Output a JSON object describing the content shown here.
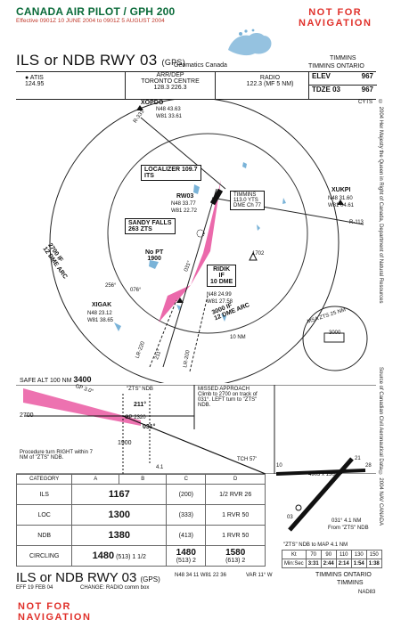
{
  "header": {
    "title": "CANADA AIR PILOT / GPH 200",
    "effective": "Effective 0901Z 10 JUNE 2004 to 0901Z 5 AUGUST 2004",
    "nfn_line1": "NOT FOR",
    "nfn_line2": "NAVIGATION"
  },
  "procedure": {
    "title": "ILS or NDB RWY 03",
    "suffix": "(GPS)",
    "source": "Geomatics Canada",
    "city": "TIMMINS",
    "airport": "TIMMINS ONTARIO"
  },
  "comms": {
    "atis_label": "ATIS",
    "atis_freq": "124.95",
    "arrdep_label": "ARR/DEP",
    "arrdep_name": "TORONTO CENTRE",
    "arrdep_freq": "128.3  226.3",
    "radio_label": "RADIO",
    "radio_freq": "122.3 (MF 5 NM)",
    "elev_label": "ELEV",
    "elev_value": "967",
    "tdze_label": "TDZE 03",
    "tdze_value": "967",
    "ident": "CYTS"
  },
  "plan": {
    "xopdo": "XOPDO",
    "xopdo_n": "N48 43.63",
    "xopdo_w": "W81 33.61",
    "loc": "LOCALIZER 109.7",
    "loc_ident": "ITS",
    "rw03": "RW03",
    "rw03_n": "N48 33.77",
    "rw03_w": "W81 22.72",
    "vor_name": "TIMMINS",
    "vor_freq": "113.0 YTS",
    "vor_dme": "DME Ch 77",
    "xukpi": "XUKPI",
    "xukpi_n": "N48 31.60",
    "xukpi_w": "W81 04.61",
    "r113": "R-113",
    "r331": "R-331",
    "sandy": "SANDY FALLS",
    "sandy_freq": "263 ZTS",
    "nopt": "No PT",
    "nopt_alt": "1900",
    "ridik": "RIDIK",
    "ridik_if": "IF",
    "ridik_dme": "10 DME",
    "ridik_n": "N48 24.99",
    "ridik_w": "W81 27.58",
    "xigak": "XIGAK",
    "xigak_n": "N48 23.12",
    "xigak_w": "W81 38.65",
    "arc_west": "2700 IF",
    "arc_west2": "12 DME ARC",
    "arc_east": "3000 IF",
    "arc_east2": "12 DME ARC",
    "ten_nm": "10 NM",
    "obst": "1702",
    "crs_256": "256°",
    "crs_076": "076°",
    "crs_031": "031°",
    "crs_211": "211°",
    "lr220": "LR-220",
    "lr200": "LR-200",
    "msa": "MSA ZTS 25 NM",
    "msa_alt": "3000",
    "safe_alt_label": "SAFE ALT 100 NM",
    "safe_alt": "3400"
  },
  "profile": {
    "gp": "GP 3.0°",
    "zts_ndb": "\"ZTS\" NDB",
    "alt_2700": "2700",
    "crs_211": "211°",
    "crs_031": "031°",
    "gp_2320": "GP 2320",
    "alt_1900": "1900",
    "missed": "MISSED APPROACH Climb to 2700 on track of 031°. LEFT turn to \"ZTS\" NDB.",
    "pt": "Procedure turn RIGHT within 7 NM of \"ZTS\" NDB.",
    "dist": "4.1",
    "tch": "TCH 57'"
  },
  "minimums": {
    "headers": [
      "CATEGORY",
      "A",
      "B",
      "C",
      "D"
    ],
    "rows": [
      {
        "cat": "ILS",
        "a": "1167",
        "b": "(200)",
        "c": "1/2  RVR 26"
      },
      {
        "cat": "LOC",
        "a": "1300",
        "b": "(333)",
        "c": "1  RVR 50"
      },
      {
        "cat": "NDB",
        "a": "1380",
        "b": "(413)",
        "c": "1  RVR 50"
      }
    ],
    "circ_label": "CIRCLING",
    "circ_a": "1480",
    "circ_a2": "(513)  1  1/2",
    "circ_c": "1480",
    "circ_c2": "(513)  2",
    "circ_d": "1580",
    "circ_d2": "(613)  2"
  },
  "aerodrome": {
    "dims": "4903 x 150",
    "rwy03": "03",
    "rwy21": "21",
    "rwy10": "10",
    "rwy28": "28",
    "crs": "031° 4.1 NM",
    "from": "From \"ZTS\" NDB",
    "coords": "N48 34.11  W81 22.36",
    "var": "VAR 11° W"
  },
  "timing": {
    "title": "\"ZTS\" NDB to MAP 4.1 NM",
    "kt_label": "Kt",
    "kts": [
      "70",
      "90",
      "110",
      "130",
      "150"
    ],
    "time_label": "Min:Sec",
    "times": [
      "3:31",
      "2:44",
      "2:14",
      "1:54",
      "1:38"
    ]
  },
  "sidebar": "© 2004 Her Majesty the Queen in Right of Canada, Department of Natural Resources",
  "sidebar2": "Source of Canadian Civil Aeronautical Data © 2004 NAV CANADA",
  "footer": {
    "title": "ILS or NDB RWY 03",
    "suffix": "(GPS)",
    "eff": "EFF 19 FEB 04",
    "change": "CHANGE: RADIO comm box",
    "coords": "N48 34 11  W81 22 36",
    "var": "VAR 11° W",
    "city": "TIMMINS ONTARIO",
    "city2": "TIMMINS",
    "nad": "NAD83",
    "nfn_line1": "NOT FOR",
    "nfn_line2": "NAVIGATION"
  }
}
